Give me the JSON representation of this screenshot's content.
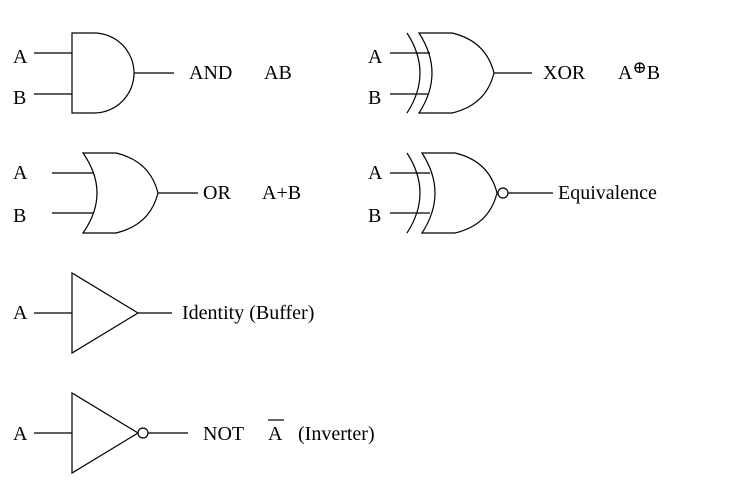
{
  "gates": {
    "and": {
      "input_a": "A",
      "input_b": "B",
      "name": "AND",
      "expression": "AB"
    },
    "xor": {
      "input_a": "A",
      "input_b": "B",
      "name": "XOR",
      "expr_left": "A",
      "expr_symbol": "⊕",
      "expr_right": "B"
    },
    "or": {
      "input_a": "A",
      "input_b": "B",
      "name": "OR",
      "expression": "A+B"
    },
    "xnor": {
      "input_a": "A",
      "input_b": "B",
      "name": "Equivalence"
    },
    "buffer": {
      "input_a": "A",
      "name": "Identity (Buffer)"
    },
    "not": {
      "input_a": "A",
      "name": "NOT",
      "expression": "A",
      "note": "(Inverter)"
    }
  }
}
